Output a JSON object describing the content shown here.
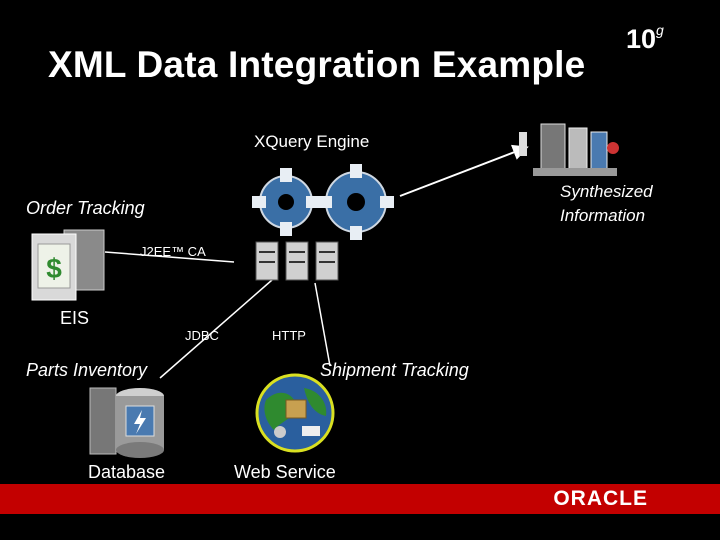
{
  "slide": {
    "title": "XML Data Integration Example",
    "logo": {
      "main": "10",
      "sup": "g"
    },
    "footer_logo": "ORACLE"
  },
  "diagram": {
    "engine_label": "XQuery Engine",
    "synthesized": [
      "Synthesized",
      "Information"
    ],
    "order_tracking": "Order Tracking",
    "connector": "J2EE™ CA",
    "eis": "EIS",
    "jdbc": "JDBC",
    "http": "HTTP",
    "parts_inventory": "Parts Inventory",
    "shipment_tracking": "Shipment Tracking",
    "database": "Database",
    "web_service": "Web Service"
  },
  "colors": {
    "accent_red": "#c30000",
    "gear_blue": "#3a6fa6",
    "globe_green": "#2f8a2f"
  }
}
